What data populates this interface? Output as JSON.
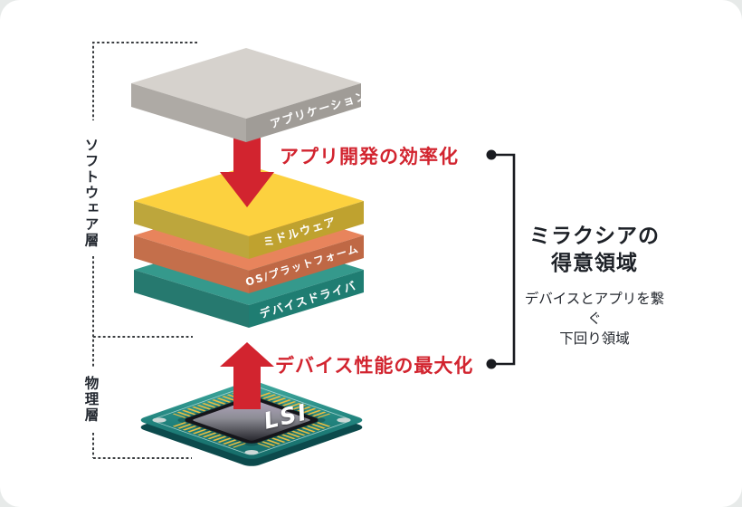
{
  "layer_brackets": {
    "software": "ソフトウェア層",
    "physical": "物理層"
  },
  "stack": {
    "application_label": "アプリケーション",
    "middleware_label": "ミドルウェア",
    "os_platform_label": "OS/プラットフォーム",
    "device_driver_label": "デバイスドライバ",
    "chip_label": "LSI"
  },
  "annotations": {
    "app_dev_efficiency": "アプリ開発の効率化",
    "device_performance_max": "デバイス性能の最大化"
  },
  "right_panel": {
    "title_line1": "ミラクシアの",
    "title_line2": "得意領域",
    "subtitle_line1": "デバイスとアプリを繋ぐ",
    "subtitle_line2": "下回り領域"
  },
  "colors": {
    "accent_red": "#d2242f",
    "application_gray_top": "#d6d2cd",
    "middleware_yellow_top": "#fcd13f",
    "os_orange_top": "#e8845c",
    "device_driver_teal_top": "#35998c",
    "pcb_teal": "#1f807b",
    "pin_gold": "#e9bc42",
    "text_dark": "#22262e"
  }
}
